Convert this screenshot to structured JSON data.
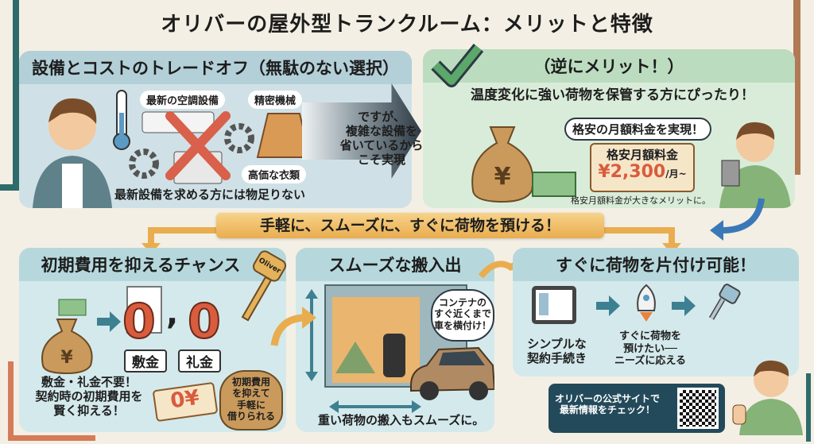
{
  "title": "オリバーの屋外型トランクルーム：メリットと特徴",
  "panel_tradeoff": {
    "heading": "設備とコストのトレードオフ（無駄のない選択）",
    "tag_aircon": "最新の空調設備",
    "tag_precision": "精密機械",
    "tag_clothes": "高価な衣類",
    "caption": "最新設備を求める方には物足りない",
    "arrow_text": [
      "ですが、",
      "複雑な設備を",
      "省いているから",
      "こそ実現"
    ]
  },
  "panel_merit": {
    "heading": "（逆にメリット！）",
    "subheading": "温度変化に強い荷物を保管する方にぴったり！",
    "speech": "格安の月額料金を実現！",
    "price_label": "格安月額料金",
    "price": "¥2,300",
    "price_unit": "/月~",
    "caption": "格安月額料金が大きなメリットに。"
  },
  "banner": "手軽に、スムーズに、すぐに荷物を預ける！",
  "panel_initial": {
    "heading": "初期費用を抑えるチャンス",
    "key_text": "Oliver",
    "zero": "0",
    "comma": ",",
    "deposit": "敷金",
    "key_money": "礼金",
    "caption": [
      "敷金・礼金不要！",
      "契約時の初期費用を",
      "賢く抑える！"
    ],
    "tag": "0¥",
    "bag_text": [
      "初期費用",
      "を抑えて",
      "手軽に",
      "借りられる"
    ]
  },
  "panel_smooth": {
    "heading": "スムーズな搬入出",
    "speech": [
      "コンテナの",
      "すぐ近くまで",
      "車を横付け！"
    ],
    "caption": "重い荷物の搬入もスムーズに。"
  },
  "panel_quick": {
    "heading": "すぐに荷物を片付け可能！",
    "step1": [
      "シンプルな",
      "契約手続き"
    ],
    "step2": [
      "すぐに荷物を",
      "預けたい──",
      "ニーズに応える"
    ]
  },
  "qr_box": {
    "text": [
      "オリバーの公式サイトで",
      "最新情報をチェック！"
    ]
  },
  "colors": {
    "accent_orange": "#e9ad4f",
    "price_red": "#d85c3d",
    "dark_teal": "#234a5a",
    "check_green": "#5aa86a"
  }
}
